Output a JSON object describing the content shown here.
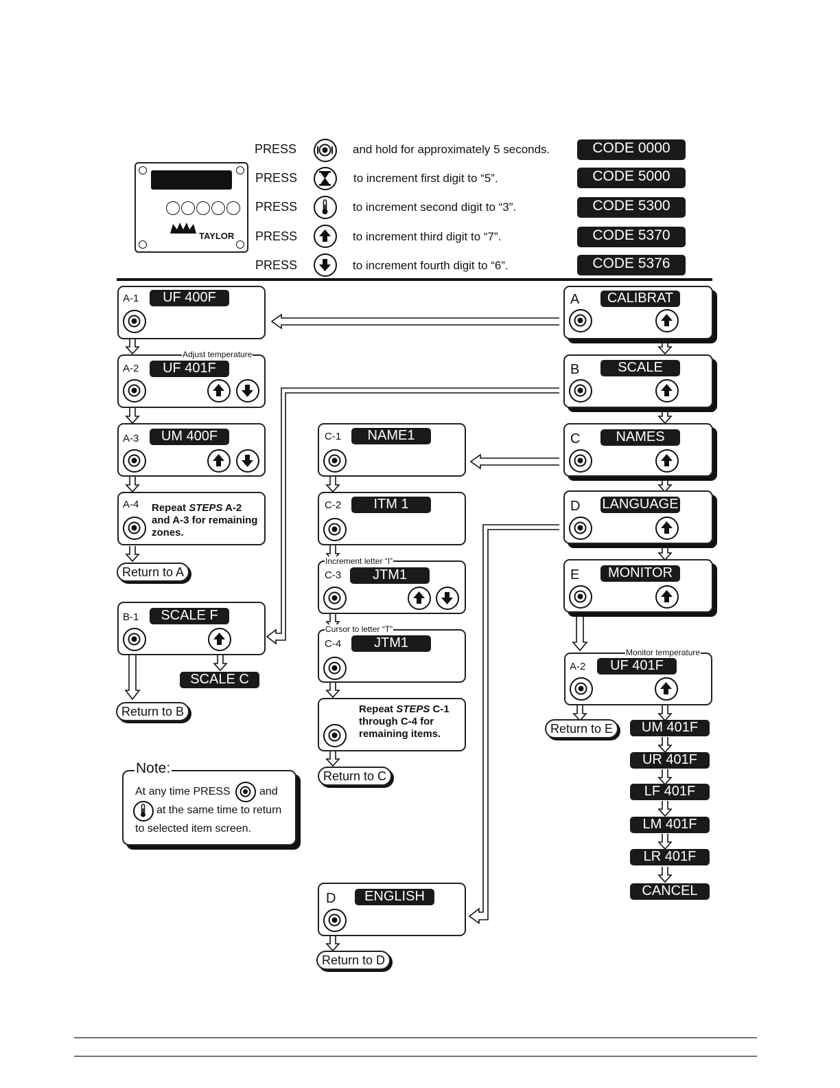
{
  "header": {
    "rows": [
      {
        "press": "PRESS",
        "icon": "menu-icon",
        "text": "and hold for approximately 5 seconds.",
        "code": "CODE 0000"
      },
      {
        "press": "PRESS",
        "icon": "timer-icon",
        "text": "to increment first digit to “5”.",
        "code": "CODE 5000"
      },
      {
        "press": "PRESS",
        "icon": "temperature-icon",
        "text": "to increment second digit to “3”.",
        "code": "CODE 5300"
      },
      {
        "press": "PRESS",
        "icon": "up-arrow-icon",
        "text": "to increment third digit to “7”.",
        "code": "CODE 5370"
      },
      {
        "press": "PRESS",
        "icon": "down-arrow-icon",
        "text": "to increment fourth digit to “6”.",
        "code": "CODE 5376"
      }
    ],
    "panel_brand": "TAYLOR"
  },
  "menu": {
    "A": {
      "step": "A",
      "display": "CALIBRAT"
    },
    "B": {
      "step": "B",
      "display": "SCALE"
    },
    "C": {
      "step": "C",
      "display": "NAMES"
    },
    "D": {
      "step": "D",
      "display": "LANGUAGE"
    },
    "E": {
      "step": "E",
      "display": "MONITOR"
    }
  },
  "a_steps": {
    "a1": {
      "step": "A-1",
      "display": "UF 400F"
    },
    "a2": {
      "step": "A-2",
      "display": "UF 401F",
      "annotation": "Adjust temperature"
    },
    "a3": {
      "step": "A-3",
      "display": "UM 400F"
    },
    "a4": {
      "step": "A-4",
      "line1a": "Repeat ",
      "line1b": "STEPS",
      "line1c": " A-2",
      "line2": "and A-3 for remaining",
      "line3": "zones."
    },
    "return": "Return to A"
  },
  "b_steps": {
    "b1": {
      "step": "B-1",
      "display": "SCALE F"
    },
    "alt_display": "SCALE C",
    "return": "Return to B"
  },
  "c_steps": {
    "c1": {
      "step": "C-1",
      "display": "NAME1"
    },
    "c2": {
      "step": "C-2",
      "display": "ITM 1"
    },
    "c3": {
      "step": "C-3",
      "display": "JTM1",
      "annotation": "Increment letter “I”"
    },
    "c4": {
      "step": "C-4",
      "display": "JTM1",
      "annotation": "Cursor to letter “T”"
    },
    "c5": {
      "line1a": "Repeat ",
      "line1b": "STEPS",
      "line1c": " C-1",
      "line2": "through C-4 for",
      "line3": "remaining items."
    },
    "return": "Return to C"
  },
  "d_steps": {
    "d1": {
      "step": "D",
      "display": "ENGLISH"
    },
    "return": "Return to D"
  },
  "e_steps": {
    "a2": {
      "step": "A-2",
      "display": "UF 401F",
      "annotation": "Monitor temperature"
    },
    "return": "Return to E",
    "sequence": [
      "UM 401F",
      "UR 401F",
      "LF 401F",
      "LM 401F",
      "LR 401F",
      "CANCEL"
    ]
  },
  "note": {
    "title": "Note:",
    "line1a": "At any time PRESS",
    "line1b": "and",
    "line2": "at the same time to return",
    "line3": "to selected item screen."
  }
}
